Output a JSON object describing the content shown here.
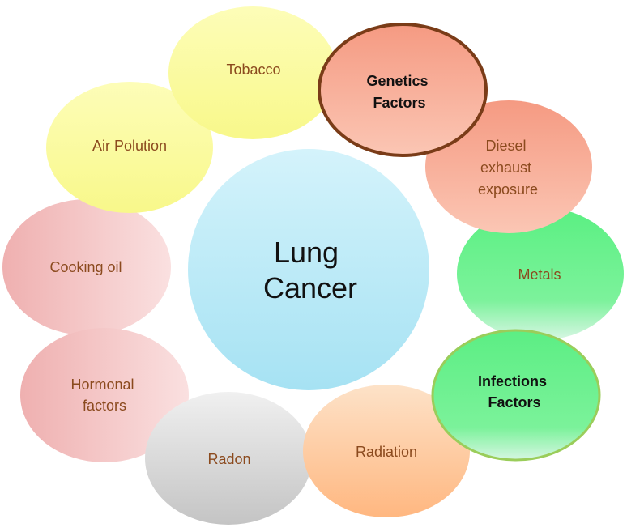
{
  "center": {
    "line1": "Lung",
    "line2": "Cancer"
  },
  "factors": [
    {
      "id": "tobacco",
      "lines": [
        "Tobacco"
      ]
    },
    {
      "id": "genetics",
      "lines": [
        "Genetics",
        "Factors"
      ]
    },
    {
      "id": "diesel",
      "lines": [
        "Diesel",
        "exhaust",
        "exposure"
      ]
    },
    {
      "id": "metals",
      "lines": [
        "Metals"
      ]
    },
    {
      "id": "infections",
      "lines": [
        "Infections",
        "Factors"
      ]
    },
    {
      "id": "radiation",
      "lines": [
        "Radiation"
      ]
    },
    {
      "id": "radon",
      "lines": [
        "Radon"
      ]
    },
    {
      "id": "hormonal",
      "lines": [
        "Hormonal",
        "factors"
      ]
    },
    {
      "id": "cooking",
      "lines": [
        "Cooking oil"
      ]
    },
    {
      "id": "air",
      "lines": [
        "Air Polution"
      ]
    }
  ],
  "colors": {
    "center": "#aee6f5",
    "tobacco": "#fbfb9a",
    "air": "#fbfb9a",
    "genetics": "#f7a890",
    "diesel": "#f7a890",
    "metals": "#66f08a",
    "infections": "#66f08a",
    "radiation": "#ffc59a",
    "radon": "#cfcfcf",
    "hormonal": "#f2b8b8",
    "cooking": "#f2b8b8",
    "text": "#8b4a1e"
  }
}
